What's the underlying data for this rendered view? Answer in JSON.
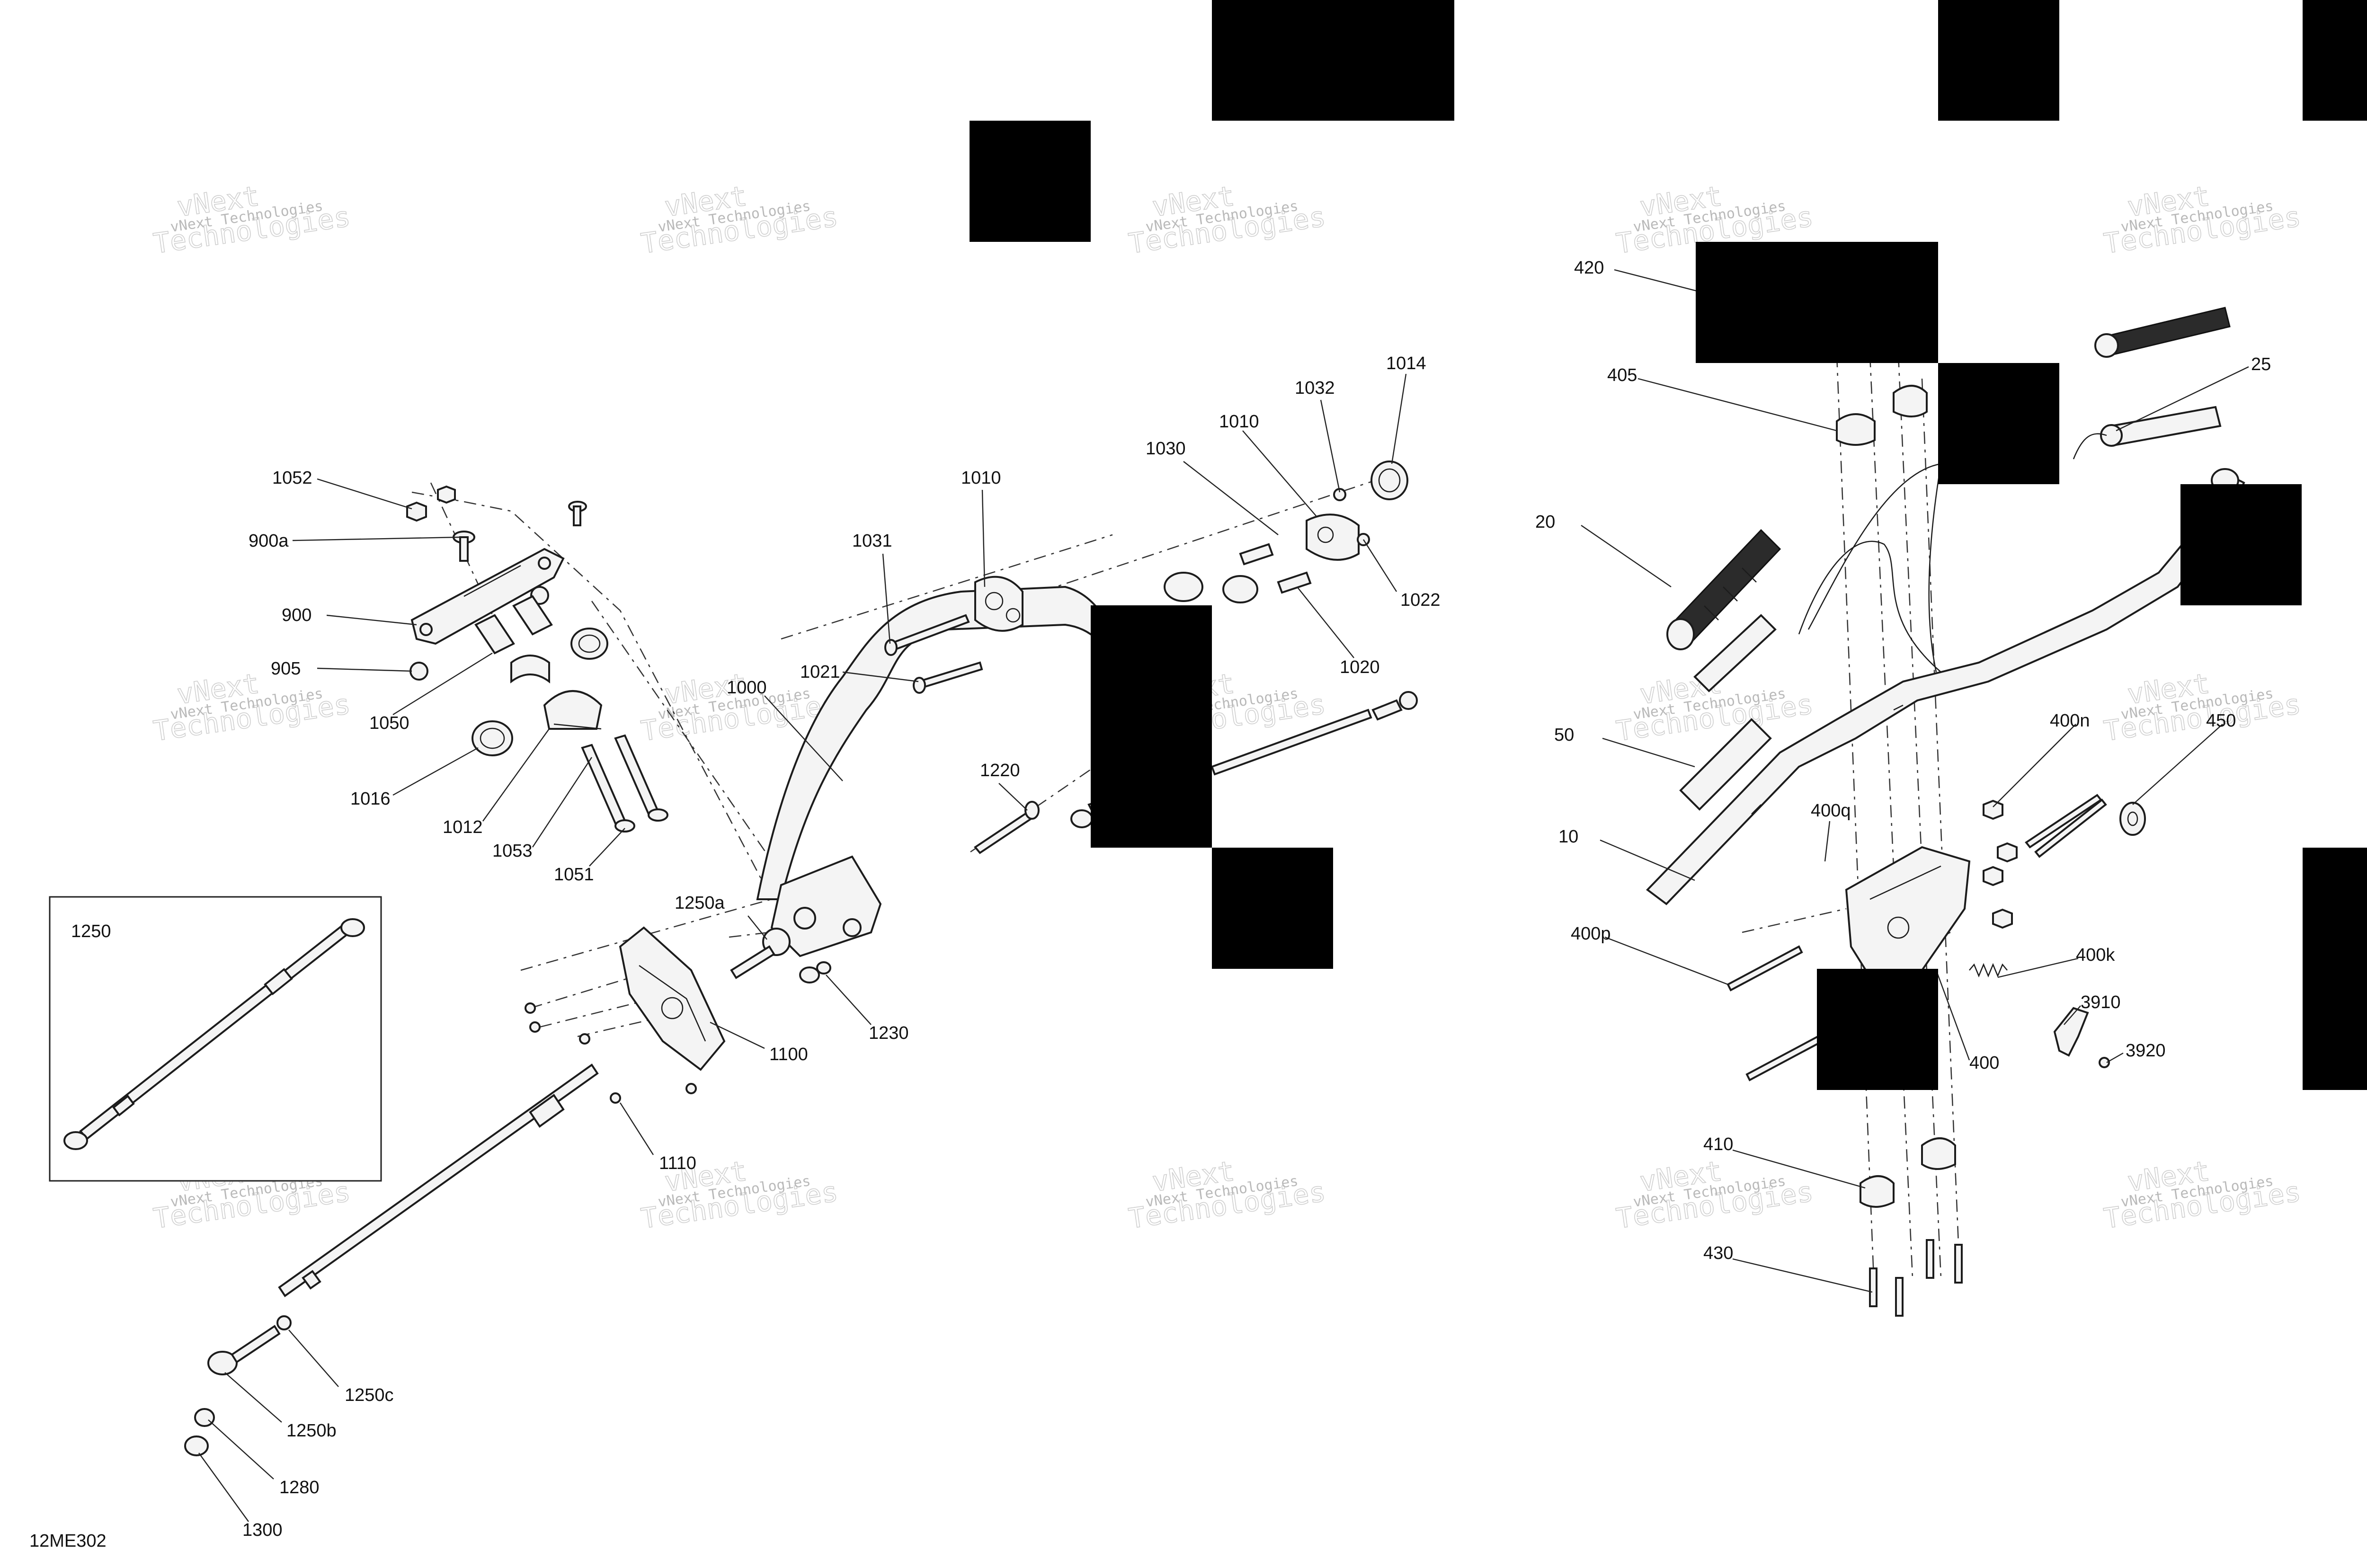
{
  "figure_code": "12ME302",
  "watermark": {
    "line1": "vNext Technologies",
    "line2": "vNext",
    "line3": "Technologies"
  },
  "inset_label": "1250",
  "callouts": {
    "c1052": "1052",
    "c900a": "900a",
    "c900": "900",
    "c905": "905",
    "c1050": "1050",
    "c1016": "1016",
    "c1012": "1012",
    "c1053": "1053",
    "c1051": "1051",
    "c1031": "1031",
    "c1010a": "1010",
    "c1021": "1021",
    "c1000": "1000",
    "c1030": "1030",
    "c1010b": "1010",
    "c1032": "1032",
    "c1014": "1014",
    "c1022": "1022",
    "c1020": "1020",
    "c1220": "1220",
    "c1250a": "1250a",
    "c1230": "1230",
    "c1100": "1100",
    "c1110": "1110",
    "c1250c": "1250c",
    "c1250b": "1250b",
    "c1280": "1280",
    "c1300": "1300",
    "c420": "420",
    "c405": "405",
    "c20": "20",
    "c25": "25",
    "c50": "50",
    "c10": "10",
    "c400n": "400n",
    "c450": "450",
    "c400q": "400q",
    "c400p": "400p",
    "c400k": "400k",
    "c3910": "3910",
    "c400": "400",
    "c3920": "3920",
    "c410": "410",
    "c430": "430"
  }
}
